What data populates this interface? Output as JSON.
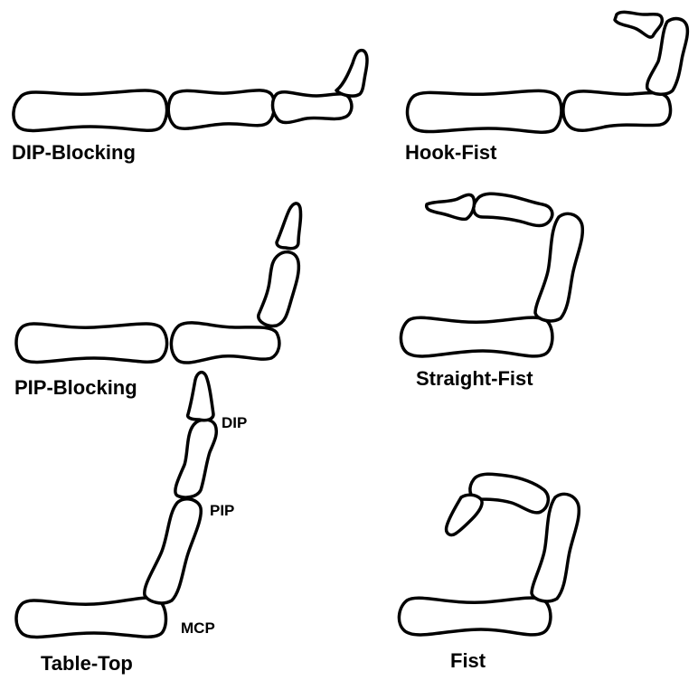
{
  "panels": {
    "dip_blocking": {
      "label": "DIP-Blocking"
    },
    "hook_fist": {
      "label": "Hook-Fist"
    },
    "pip_blocking": {
      "label": "PIP-Blocking"
    },
    "straight_fist": {
      "label": "Straight-Fist"
    },
    "table_top": {
      "label": "Table-Top"
    },
    "fist": {
      "label": "Fist"
    }
  },
  "joints": {
    "dip": "DIP",
    "pip": "PIP",
    "mcp": "MCP"
  },
  "colors": {
    "outline": "#000000",
    "bone_fill": "#ffffff",
    "background": "#ffffff"
  }
}
